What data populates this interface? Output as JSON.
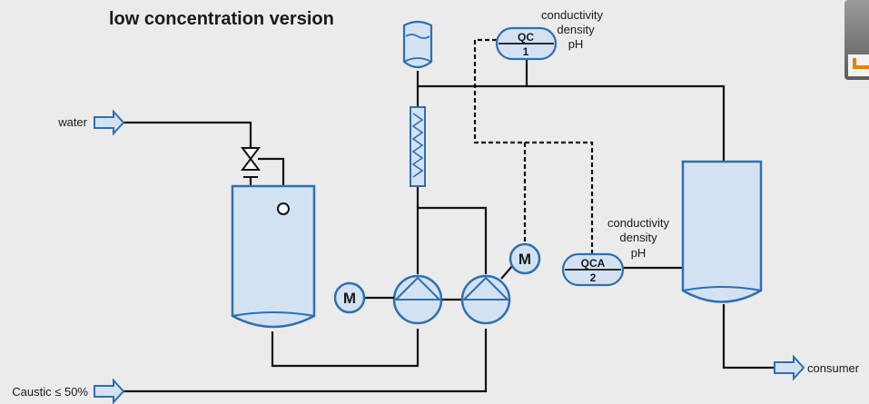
{
  "diagram": {
    "title": "low concentration version",
    "inputs": {
      "water": "water",
      "caustic": "Caustic ≤ 50%"
    },
    "outputs": {
      "consumer": "consumer"
    },
    "instruments": {
      "qc1": {
        "tag": "QC",
        "number": "1",
        "measurements": [
          "conductivity",
          "density",
          "pH"
        ]
      },
      "qca2": {
        "tag": "QCA",
        "number": "2",
        "measurements": [
          "conductivity",
          "density",
          "pH"
        ]
      }
    },
    "motors": {
      "motor_left": "M",
      "motor_right": "M"
    }
  },
  "colors": {
    "background": "#ebebeb",
    "equipment_fill": "#d3e2f3",
    "equipment_stroke": "#2f6fb0",
    "line": "#111111"
  }
}
